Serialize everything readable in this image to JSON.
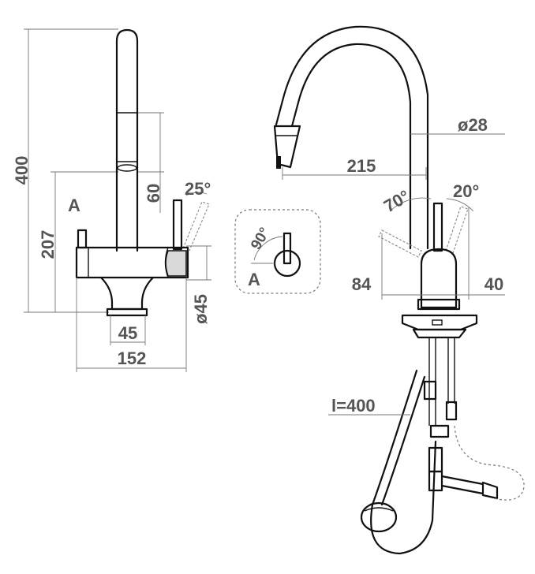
{
  "front_view": {
    "height_total": "400",
    "height_to_handle": "207",
    "spout_segment": "60",
    "handle_angle": "25°",
    "handle_marker": "A",
    "diameter": "ø45",
    "base_width": "45",
    "total_width": "152"
  },
  "top_view": {
    "angle": "90°",
    "marker": "A"
  },
  "side_view": {
    "spout_diameter": "ø28",
    "reach": "215",
    "angle_front": "70°",
    "angle_back": "20°",
    "offset_left": "84",
    "offset_right": "40",
    "hose_length": "l=400"
  }
}
